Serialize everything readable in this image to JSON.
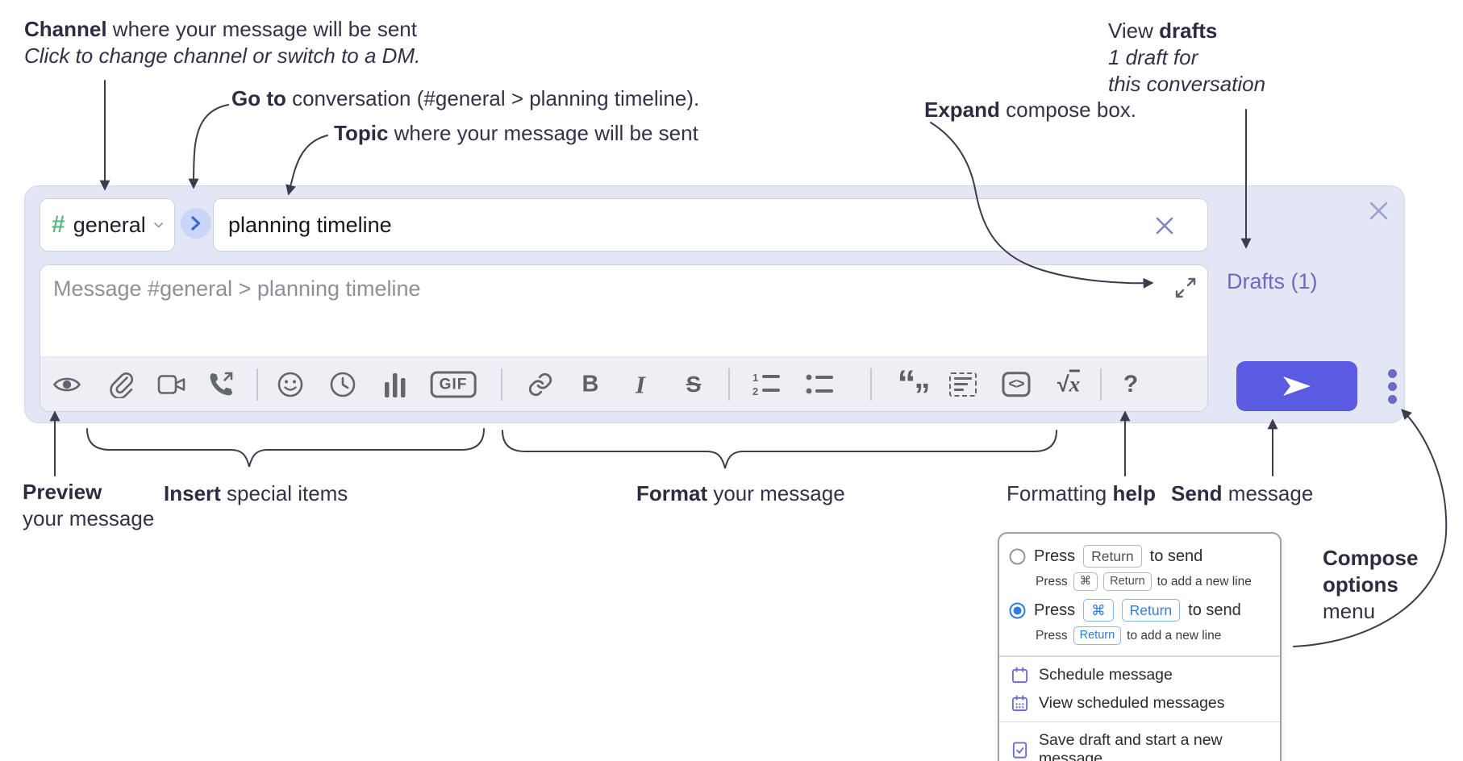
{
  "colors": {
    "compose_bg": "#e3e6f4",
    "send_button": "#5a5be0",
    "drafts_link": "#6d6bbd",
    "channel_hash_green": "#5cba80",
    "goto_circle_bg": "#c9d6f7",
    "goto_chevron_blue": "#3a66cf",
    "annotation_text": "#343247",
    "toolbar_icon": "#63666d",
    "radio_selected_blue": "#2d7ce5",
    "menu_icon_purple": "#6b6ed2"
  },
  "annotations": {
    "channel": {
      "bold": "Channel",
      "rest": " where your message will be sent",
      "line2": "Click to change channel or switch to a DM."
    },
    "goto": {
      "bold": "Go to",
      "rest": " conversation (#general > planning timeline)."
    },
    "topic": {
      "bold": "Topic",
      "rest": " where your message will be sent"
    },
    "expand": {
      "bold": "Expand",
      "rest": " compose box."
    },
    "drafts": {
      "pre": "View ",
      "bold": "drafts",
      "line2": "1 draft for",
      "line3": "this conversation"
    },
    "preview": {
      "bold": "Preview",
      "line2": "your message"
    },
    "insert": {
      "bold": "Insert",
      "rest": " special items"
    },
    "format": {
      "bold": "Format",
      "rest": " your message"
    },
    "help": {
      "pre": "Formatting ",
      "bold": "help"
    },
    "send": {
      "bold": "Send",
      "rest": " message"
    },
    "compose_options": {
      "line1": "Compose",
      "line2": "options",
      "line3": "menu"
    }
  },
  "compose": {
    "channel_hash": "#",
    "channel_name": "general",
    "topic_value": "planning timeline",
    "message_placeholder": "Message #general > planning timeline",
    "drafts_label": "Drafts (1)",
    "toolbar": {
      "icons": [
        "preview",
        "attach-file",
        "video-call",
        "voice-call",
        "emoji",
        "time",
        "poll",
        "gif",
        "link",
        "bold",
        "italic",
        "strikethrough",
        "numbered-list",
        "bulleted-list",
        "quote",
        "spoiler",
        "code",
        "math",
        "help"
      ],
      "bold_label": "B",
      "italic_label": "I",
      "strike_label": "S",
      "gif_label": "GIF",
      "code_label": "<>",
      "math_sqrt": "√",
      "math_x": "x",
      "quote_open": "“",
      "quote_close": "”",
      "help_label": "?"
    }
  },
  "popup": {
    "option1": {
      "text_pre": "Press",
      "key": "Return",
      "text_post": "to send",
      "sub_pre": "Press",
      "sub_key1": "⌘",
      "sub_key2": "Return",
      "sub_post": "to add a new line"
    },
    "option2": {
      "text_pre": "Press",
      "key1": "⌘",
      "key2": "Return",
      "text_post": "to send",
      "sub_pre": "Press",
      "sub_key": "Return",
      "sub_post": "to add a new line"
    },
    "items": [
      {
        "label": "Schedule message"
      },
      {
        "label": "View scheduled messages"
      },
      {
        "label": "Save draft and start a new message"
      }
    ]
  }
}
